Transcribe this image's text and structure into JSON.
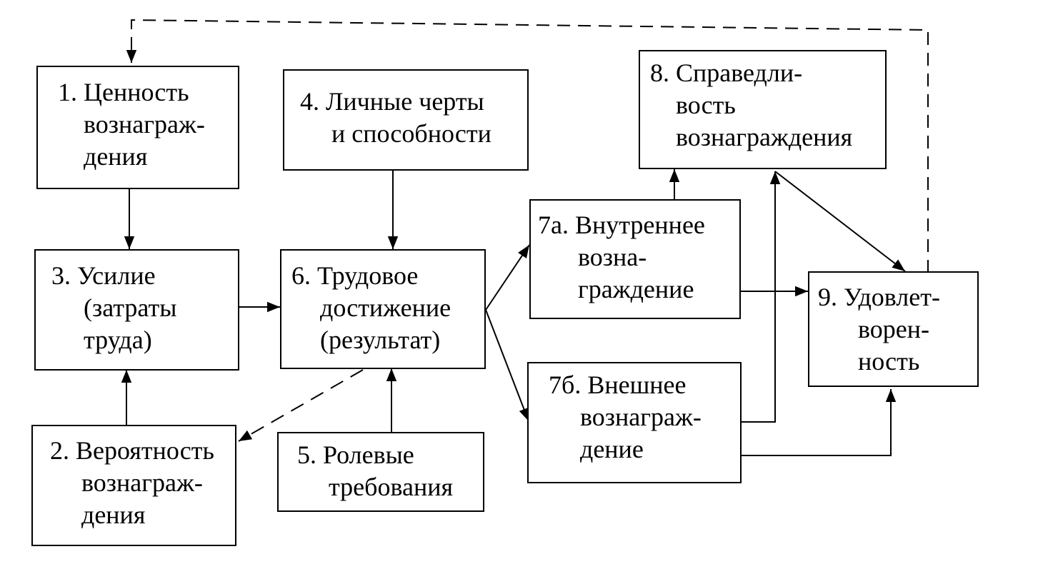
{
  "diagram": {
    "nodes": {
      "n1": {
        "lines": [
          "1. Ценность",
          "вознаграж-",
          "дения"
        ]
      },
      "n2": {
        "lines": [
          "2. Вероятность",
          "вознаграж-",
          "дения"
        ]
      },
      "n3": {
        "lines": [
          "3. Усилие",
          "(затраты",
          "труда)"
        ]
      },
      "n4": {
        "lines": [
          "4. Личные черты",
          "и способности"
        ]
      },
      "n5": {
        "lines": [
          "5. Ролевые",
          "требования"
        ]
      },
      "n6": {
        "lines": [
          "6. Трудовое",
          "достижение",
          "(результат)"
        ]
      },
      "n7a": {
        "lines": [
          "7а. Внутреннее",
          "возна-",
          "граждение"
        ]
      },
      "n7b": {
        "lines": [
          "7б. Внешнее",
          "вознаграж-",
          "дение"
        ]
      },
      "n8": {
        "lines": [
          "8. Справедли-",
          "вость",
          "вознаграждения"
        ]
      },
      "n9": {
        "lines": [
          "9. Удовлет-",
          "ворен-",
          "ность"
        ]
      }
    },
    "edges": [
      {
        "from": "n1",
        "to": "n3",
        "style": "solid"
      },
      {
        "from": "n2",
        "to": "n3",
        "style": "solid"
      },
      {
        "from": "n3",
        "to": "n6",
        "style": "solid"
      },
      {
        "from": "n4",
        "to": "n6",
        "style": "solid"
      },
      {
        "from": "n5",
        "to": "n6",
        "style": "solid"
      },
      {
        "from": "n6",
        "to": "n7a",
        "style": "solid"
      },
      {
        "from": "n6",
        "to": "n7b",
        "style": "solid"
      },
      {
        "from": "n6",
        "to": "n2",
        "style": "dashed"
      },
      {
        "from": "n7a",
        "to": "n8",
        "style": "solid"
      },
      {
        "from": "n7a",
        "to": "n9",
        "style": "solid"
      },
      {
        "from": "n7b",
        "to": "n8",
        "style": "solid"
      },
      {
        "from": "n7b",
        "to": "n9",
        "style": "solid"
      },
      {
        "from": "n8",
        "to": "n9",
        "style": "solid"
      },
      {
        "from": "n9",
        "to": "n1",
        "style": "dashed"
      }
    ]
  }
}
